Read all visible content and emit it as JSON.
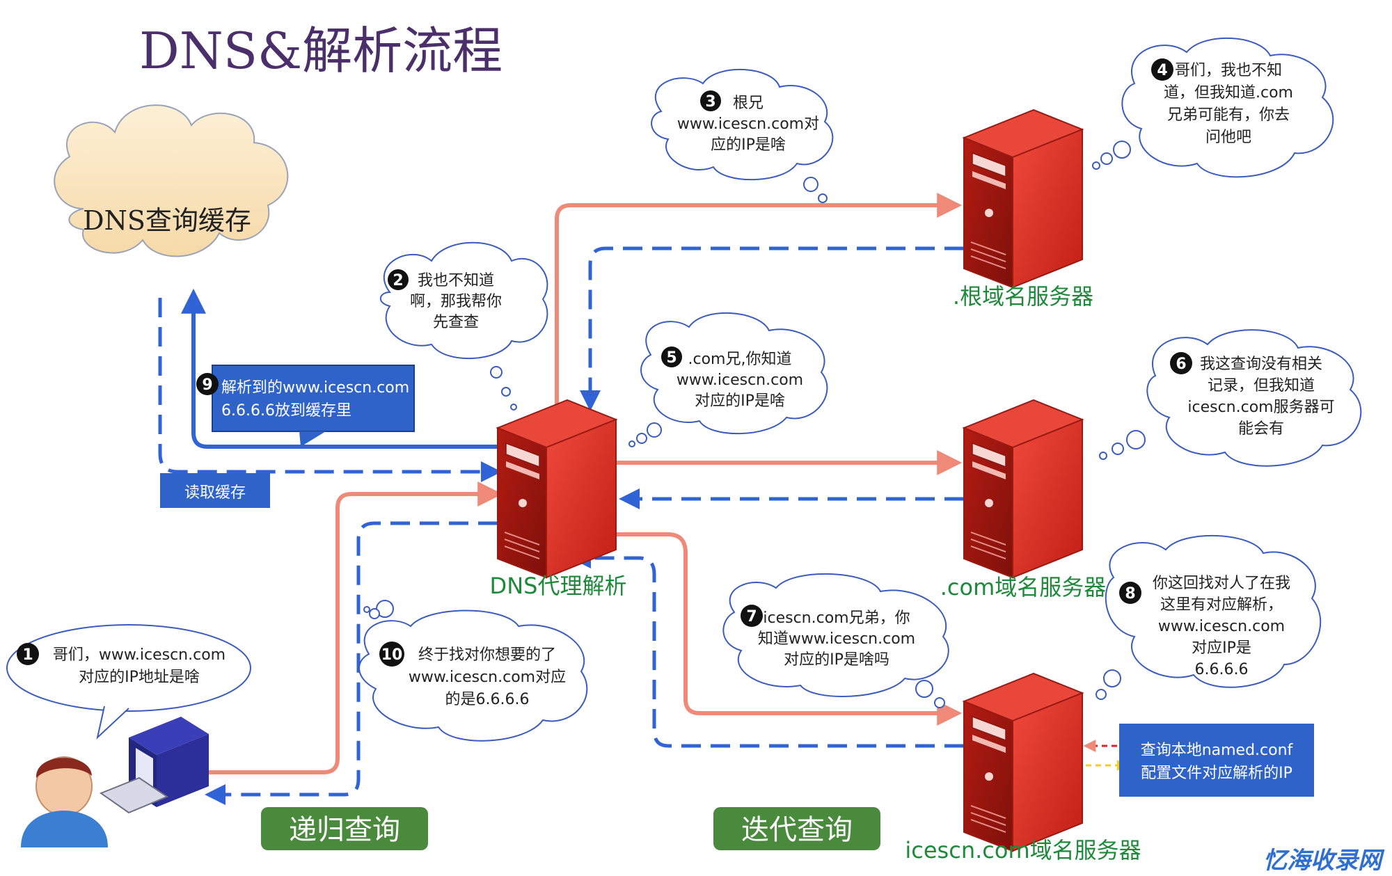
{
  "title": "DNS&解析流程",
  "cache": {
    "label": "DNS查询缓存"
  },
  "labels": {
    "read_cache": "读取缓存",
    "proxy": "DNS代理解析",
    "root": ".根域名服务器",
    "com": ".com域名服务器",
    "icescn": "icescn.com域名服务器",
    "recursive": "递归查询",
    "iterative": "迭代查询",
    "cache_note_line1": "解析到的www.icescn.com",
    "cache_note_line2": "6.6.6.6放到缓存里",
    "named_line1": "查询本地named.conf",
    "named_line2": "配置文件对应解析的IP"
  },
  "bubbles": [
    {
      "num": "1",
      "lines": [
        "哥们，www.icescn.com",
        "对应的IP地址是啥"
      ]
    },
    {
      "num": "2",
      "lines": [
        "我也不知道",
        "啊，那我帮你",
        "先查查"
      ]
    },
    {
      "num": "3",
      "lines": [
        "根兄",
        "www.icescn.com对",
        "应的IP是啥"
      ]
    },
    {
      "num": "4",
      "lines": [
        "哥们，我也不知",
        "道，但我知道.com",
        "兄弟可能有，你去",
        "问他吧"
      ]
    },
    {
      "num": "5",
      "lines": [
        ".com兄,你知道",
        "www.icescn.com",
        "对应的IP是啥"
      ]
    },
    {
      "num": "6",
      "lines": [
        "我这查询没有相关",
        "记录，但我知道",
        "icescn.com服务器可",
        "能会有"
      ]
    },
    {
      "num": "7",
      "lines": [
        "icescn.com兄弟，你",
        "知道www.icescn.com",
        "对应的IP是啥吗"
      ]
    },
    {
      "num": "8",
      "lines": [
        "你这回找对人了在我",
        "这里有对应解析，",
        "www.icescn.com",
        "对应IP是",
        "6.6.6.6"
      ]
    },
    {
      "num": "9",
      "lines": []
    },
    {
      "num": "10",
      "lines": [
        "终于找对你想要的了",
        "www.icescn.com对应",
        "的是6.6.6.6"
      ]
    }
  ],
  "watermark": "忆海收录网",
  "colors": {
    "request_arrow": "#ef8a78",
    "response_arrow": "#2f63d6",
    "server_red": "#d82a1f",
    "label_green": "#1d8a3a",
    "box_blue": "#2f63c9",
    "button_green": "#4a8a3c",
    "cache_fill": "#fbe5bf",
    "title": "#4a2f6b"
  }
}
